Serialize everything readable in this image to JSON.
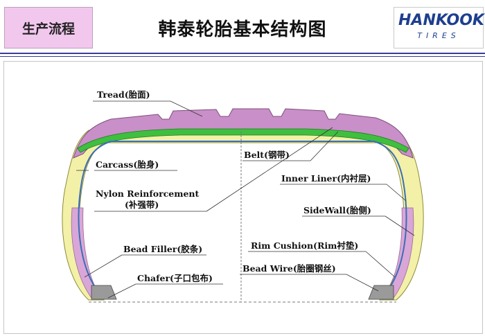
{
  "header": {
    "badge": "生产流程",
    "title": "韩泰轮胎基本结构图",
    "logo_main": "HANKOOK",
    "logo_sub": "TIRES"
  },
  "labels": {
    "tread": "Tread(胎面)",
    "carcass": "Carcass(胎身)",
    "nylon_line1": "Nylon Reinforcement",
    "nylon_line2": "(补强带)",
    "bead_filler": "Bead Filler(胶条)",
    "chafer": "Chafer(子口包布)",
    "belt": "Belt(钢带)",
    "inner_liner": "Inner  Liner(内衬层)",
    "sidewall": "SideWall(胎侧)",
    "rim_cushion": "Rim Cushion(Rim衬垫)",
    "bead_wire": "Bead Wire(胎圈钢丝)"
  },
  "colors": {
    "tread": "#c98fc8",
    "belt": "#3fbf3f",
    "carcass": "#f3f0a8",
    "inner_liner": "#3a6fb5",
    "accent": "#1d3f8f",
    "badge_bg": "#f2c7ee"
  }
}
